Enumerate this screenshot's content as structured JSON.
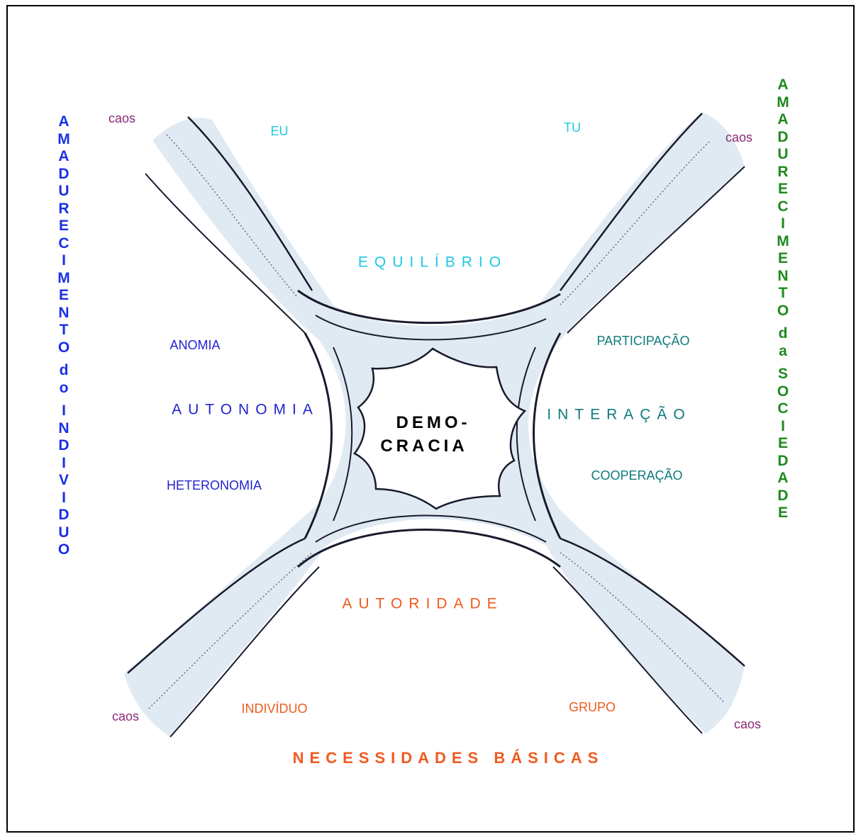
{
  "left_vertical": {
    "text": "AMADURECIMENTO do INDIVIDUO",
    "color": "#1a2fe6"
  },
  "right_vertical": {
    "text": "AMADURECIMENTO da SOCIEDADE",
    "color": "#1e8a1e"
  },
  "caos": [
    "caos",
    "caos",
    "caos",
    "caos"
  ],
  "top": {
    "eu": "EU",
    "tu": "TU",
    "equilibrio": "EQUILÍBRIO"
  },
  "left": {
    "anomia": "ANOMIA",
    "autonomia": "AUTONOMIA",
    "heteronomia": "HETERONOMIA"
  },
  "right": {
    "participacao": "PARTICIPAÇÃO",
    "interacao": "INTERAÇÃO",
    "cooperacao": "COOPERAÇÃO"
  },
  "center": {
    "line1": "DEMO-",
    "line2": "CRACIA"
  },
  "bottom": {
    "autoridade": "AUTORIDADE",
    "individuo": "INDIVÍDUO",
    "grupo": "GRUPO",
    "necessidades": "NECESSIDADES BÁSICAS"
  },
  "colors": {
    "cyan": "#1ec8e6",
    "blue": "#2323d2",
    "teal": "#117a7a",
    "orange": "#f05a1e",
    "purple": "#8c2a78",
    "shape_fill": "#e0eaf2"
  }
}
